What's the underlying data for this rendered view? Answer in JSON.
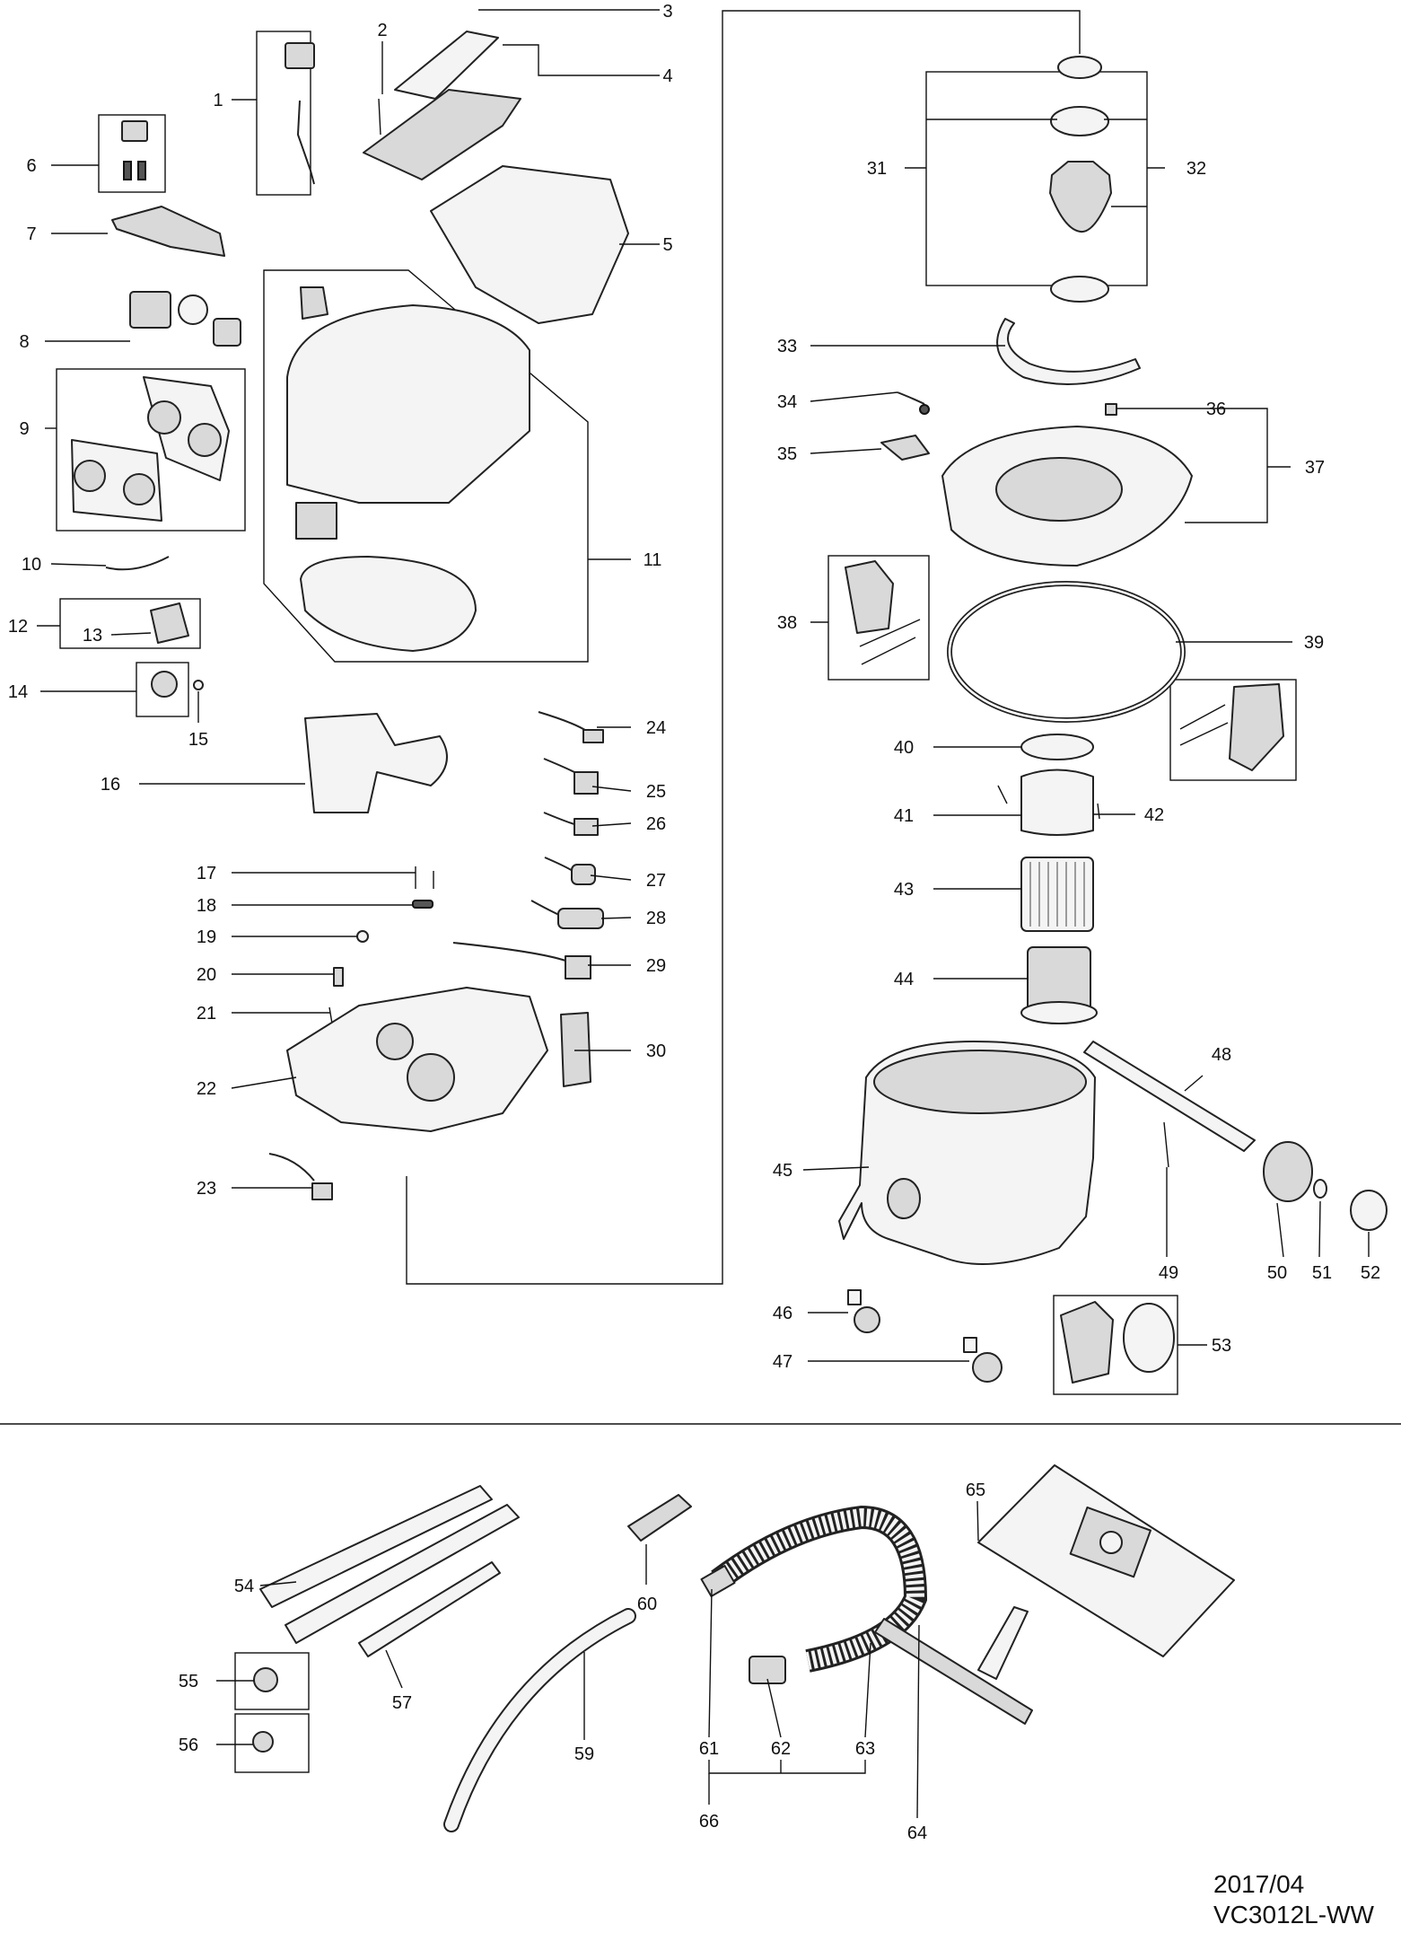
{
  "labels": {
    "p1": "1",
    "p2": "2",
    "p3": "3",
    "p4": "4",
    "p5": "5",
    "p6": "6",
    "p7": "7",
    "p8": "8",
    "p9": "9",
    "p10": "10",
    "p11": "11",
    "p12": "12",
    "p13": "13",
    "p14": "14",
    "p15": "15",
    "p16": "16",
    "p17": "17",
    "p18": "18",
    "p19": "19",
    "p20": "20",
    "p21": "21",
    "p22": "22",
    "p23": "23",
    "p24": "24",
    "p25": "25",
    "p26": "26",
    "p27": "27",
    "p28": "28",
    "p29": "29",
    "p30": "30",
    "p31": "31",
    "p32": "32",
    "p33": "33",
    "p34": "34",
    "p35": "35",
    "p36": "36",
    "p37": "37",
    "p38": "38",
    "p39": "39",
    "p40": "40",
    "p41": "41",
    "p42": "42",
    "p43": "43",
    "p44": "44",
    "p45": "45",
    "p46": "46",
    "p47": "47",
    "p48": "48",
    "p49": "49",
    "p50": "50",
    "p51": "51",
    "p52": "52",
    "p53": "53",
    "p54": "54",
    "p55": "55",
    "p56": "56",
    "p57": "57",
    "p59": "59",
    "p60": "60",
    "p61": "61",
    "p62": "62",
    "p63": "63",
    "p64": "64",
    "p65": "65",
    "p66": "66"
  },
  "footer": {
    "date": "2017/04",
    "model": "VC3012L-WW"
  }
}
